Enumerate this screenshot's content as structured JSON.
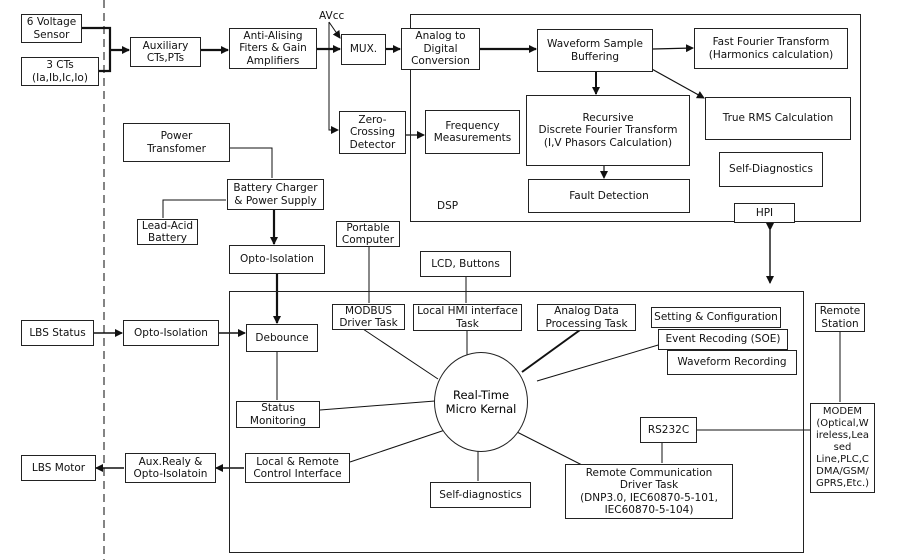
{
  "blocks": {
    "voltage_sensor": "6 Voltage\nSensor",
    "cts": "3 CTs\n(Ia,Ib,Ic,Io)",
    "aux_cts": "Auxiliary\nCTs,PTs",
    "anti_alias": "Anti-Alising\nFiters & Gain\nAmplifiers",
    "avcc": "AVcc",
    "mux": "MUX.",
    "adc": "Analog to\nDigital\nConversion",
    "waveform_buffer": "Waveform Sample\nBuffering",
    "fft": "Fast Fourier Transform\n(Harmonics calculation)",
    "true_rms": "True RMS Calculation",
    "recursive_dft": "Recursive\nDiscrete Fourier Transform\n(I,V Phasors Calculation)",
    "zero_crossing": "Zero-\nCrossing\nDetector",
    "freq_meas": "Frequency\nMeasurements",
    "self_diag_dsp": "Self-Diagnostics",
    "fault_detection": "Fault Detection",
    "dsp_label": "DSP",
    "hpi": "HPI",
    "power_transformer": "Power\nTransfomer",
    "battery_charger": "Battery Charger\n& Power Supply",
    "lead_acid": "Lead-Acid\nBattery",
    "opto_iso_top": "Opto-Isolation",
    "portable_computer": "Portable\nComputer",
    "lcd_buttons": "LCD, Buttons",
    "lbs_status": "LBS Status",
    "opto_iso_left": "Opto-Isolation",
    "debounce": "Debounce",
    "modbus": "MODBUS\nDriver Task",
    "local_hmi": "Local HMI interface\nTask",
    "analog_data": "Analog Data\nProcessing Task",
    "setting_config": "Setting & Configuration",
    "event_rec": "Event Recoding (SOE)",
    "waveform_rec": "Waveform Recording",
    "kernel": "Real-Time\nMicro Kernal",
    "status_mon": "Status\nMonitoring",
    "rs232c": "RS232C",
    "remote_station": "Remote\nStation",
    "modem": "MODEM\n(Optical,W\nireless,Lea\nsed\nLine,PLC,C\nDMA/GSM/\nGPRS,Etc.)",
    "lbs_motor": "LBS Motor",
    "aux_relay": "Aux.Realy &\nOpto-Isolatoin",
    "local_remote": "Local & Remote\nControl Interface",
    "self_diag_mcu": "Self-diagnostics",
    "remote_comm": "Remote Communication\nDriver Task\n(DNP3.0, IEC60870-5-101,\nIEC60870-5-104)"
  }
}
